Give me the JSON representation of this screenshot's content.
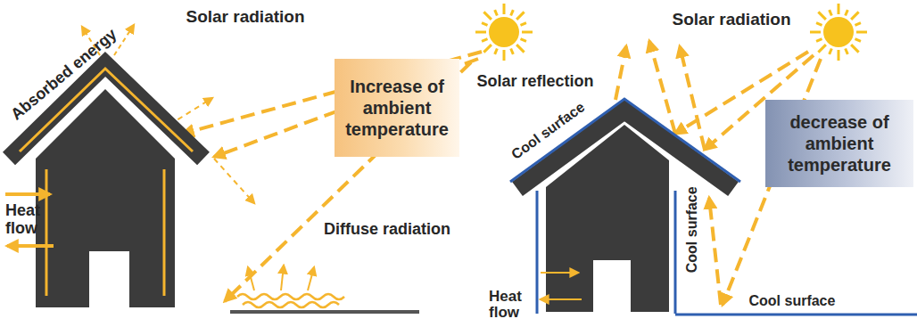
{
  "diagram": {
    "nodes": [
      {
        "text": [
          "Increase of ambient temperature"
        ]
      },
      {
        "text": [
          "decrease of ambient temperature"
        ]
      }
    ],
    "labels": [
      "Solar radiation",
      "Absorbed energy",
      "Diffuse radiation",
      "Heat flow",
      "Solar reflection",
      "Cool surface",
      "Cool surface",
      "Cool surface",
      "Solar radiation",
      "Heat flow"
    ]
  }
}
